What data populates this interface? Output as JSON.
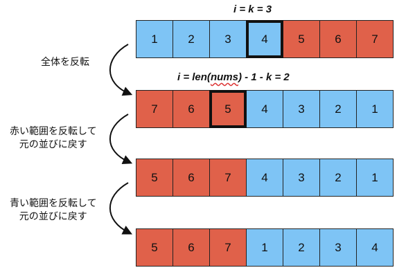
{
  "labels": {
    "top": "i = k = 3",
    "mid_pre": "i = len(",
    "mid_nums": "nums",
    "mid_post": ") - 1 - k = 2"
  },
  "side_text": {
    "step1": "全体を反転",
    "step2_line1": "赤い範囲を反転して",
    "step2_line2": "元の並びに戻す",
    "step3_line1": "青い範囲を反転して",
    "step3_line2": "元の並びに戻す"
  },
  "colors": {
    "blue": "#7ec4f5",
    "red": "#e0614a"
  },
  "rows": [
    {
      "cells": [
        {
          "v": "1",
          "c": "blue"
        },
        {
          "v": "2",
          "c": "blue"
        },
        {
          "v": "3",
          "c": "blue"
        },
        {
          "v": "4",
          "c": "blue",
          "hl": true
        },
        {
          "v": "5",
          "c": "red"
        },
        {
          "v": "6",
          "c": "red"
        },
        {
          "v": "7",
          "c": "red"
        }
      ]
    },
    {
      "cells": [
        {
          "v": "7",
          "c": "red"
        },
        {
          "v": "6",
          "c": "red"
        },
        {
          "v": "5",
          "c": "red",
          "hl": true
        },
        {
          "v": "4",
          "c": "blue"
        },
        {
          "v": "3",
          "c": "blue"
        },
        {
          "v": "2",
          "c": "blue"
        },
        {
          "v": "1",
          "c": "blue"
        }
      ]
    },
    {
      "cells": [
        {
          "v": "5",
          "c": "red"
        },
        {
          "v": "6",
          "c": "red"
        },
        {
          "v": "7",
          "c": "red"
        },
        {
          "v": "4",
          "c": "blue"
        },
        {
          "v": "3",
          "c": "blue"
        },
        {
          "v": "2",
          "c": "blue"
        },
        {
          "v": "1",
          "c": "blue"
        }
      ]
    },
    {
      "cells": [
        {
          "v": "5",
          "c": "red"
        },
        {
          "v": "6",
          "c": "red"
        },
        {
          "v": "7",
          "c": "red"
        },
        {
          "v": "1",
          "c": "blue"
        },
        {
          "v": "2",
          "c": "blue"
        },
        {
          "v": "3",
          "c": "blue"
        },
        {
          "v": "4",
          "c": "blue"
        }
      ]
    }
  ]
}
